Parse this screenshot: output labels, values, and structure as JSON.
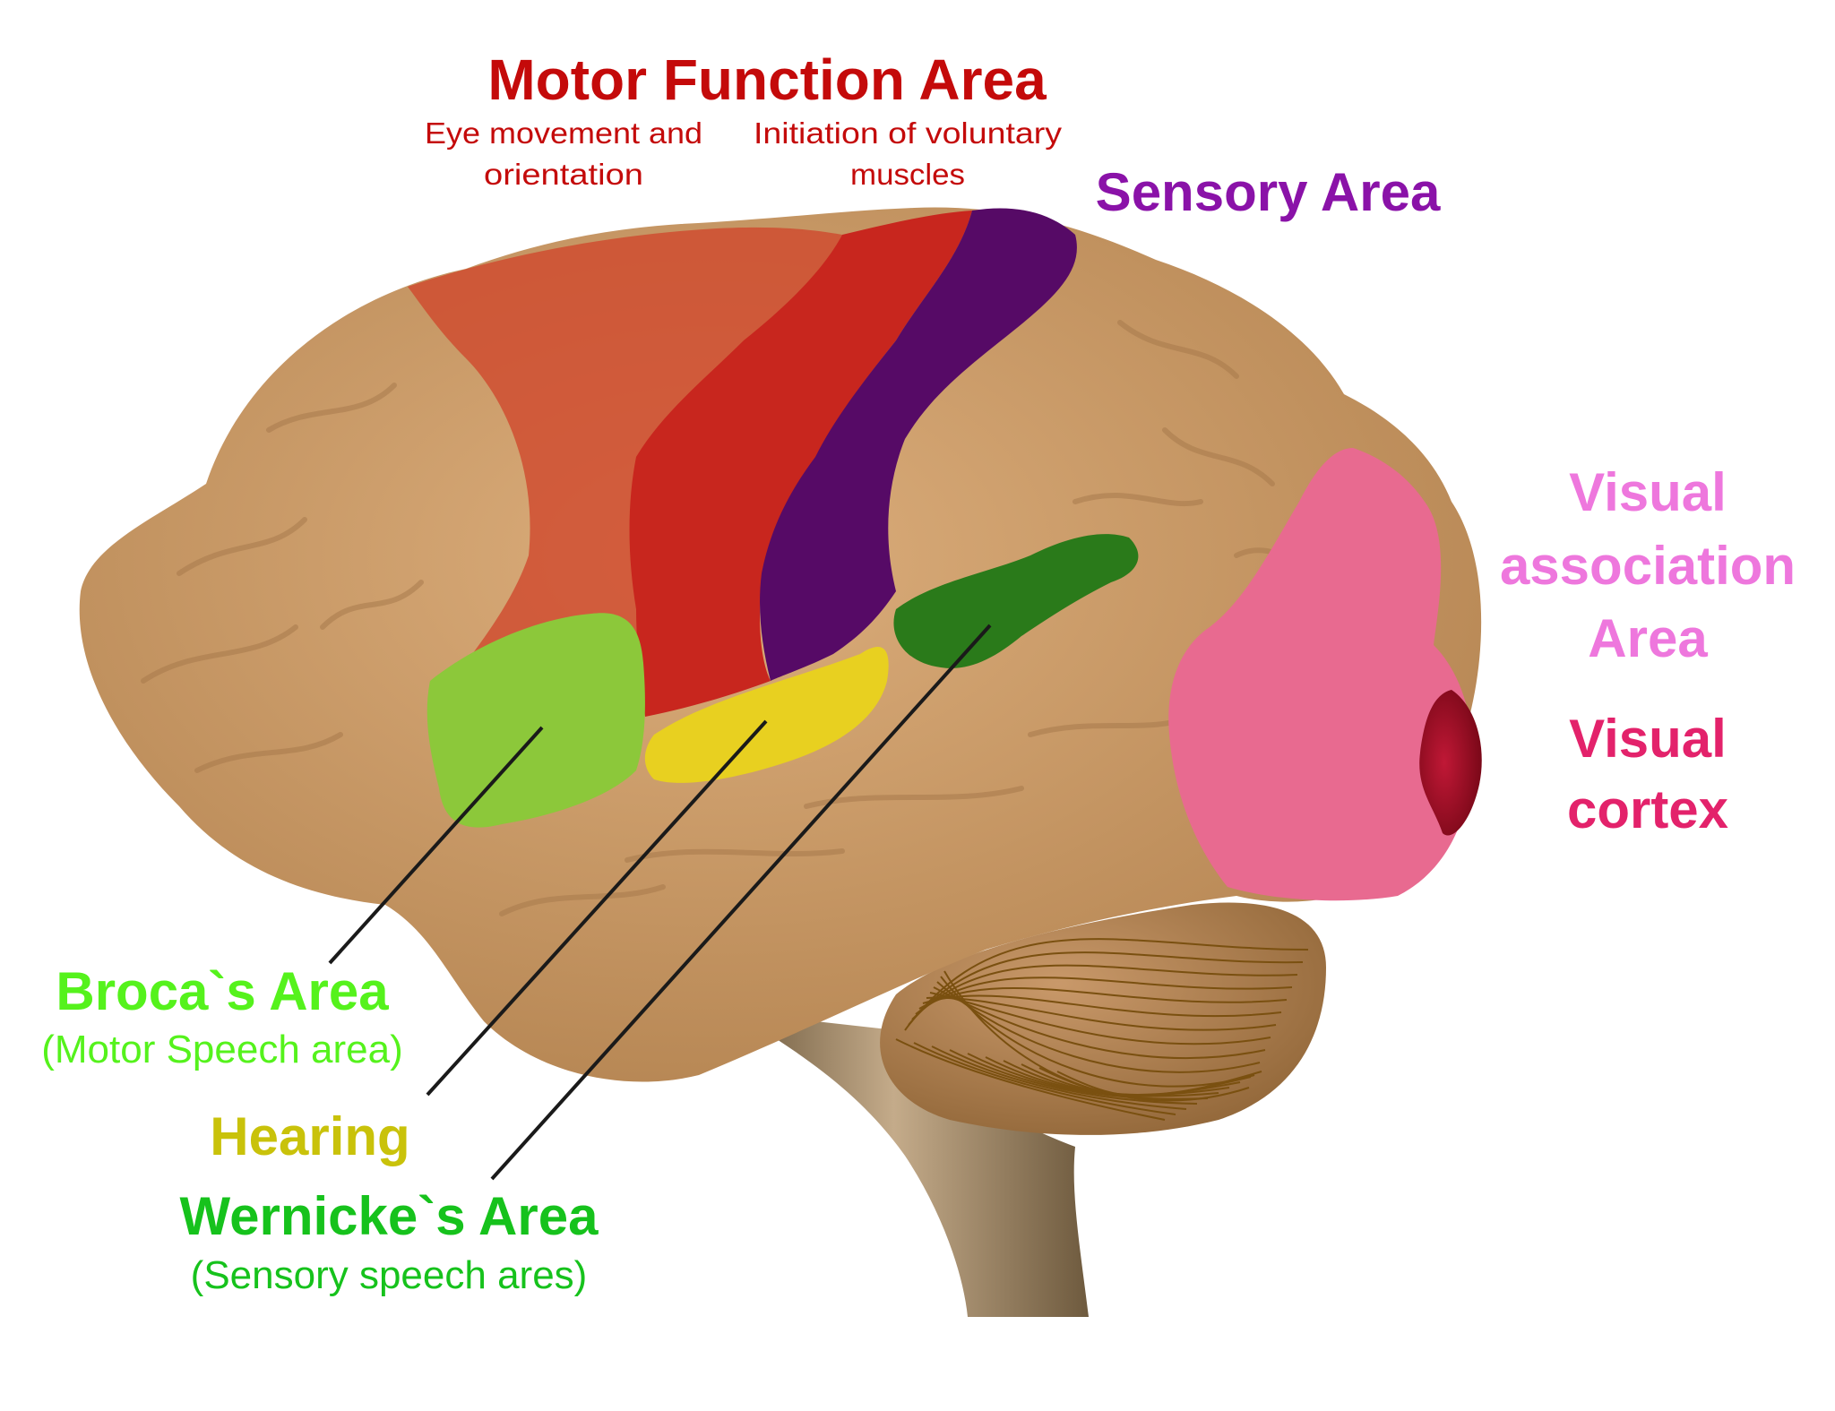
{
  "title": "Brain functional areas",
  "labels": {
    "motor": {
      "title": "Motor Function Area",
      "left_line1": "Eye movement and",
      "left_line2": "orientation",
      "right_line1": "Initiation of voluntary",
      "right_line2": "muscles",
      "color": "#c40a0a"
    },
    "sensory": {
      "title": "Sensory Area",
      "color": "#8a12a8"
    },
    "visual_assoc": {
      "line1": "Visual",
      "line2": "association",
      "line3": "Area",
      "color": "#ee77dd"
    },
    "visual_cortex": {
      "line1": "Visual",
      "line2": "cortex",
      "color": "#e3226b"
    },
    "broca": {
      "title": "Broca`s Area",
      "subtitle": "(Motor Speech area)",
      "color": "#55f21c"
    },
    "hearing": {
      "title": "Hearing",
      "color": "#c9c20a"
    },
    "wernicke": {
      "title": "Wernicke`s Area",
      "subtitle": "(Sensory speech ares)",
      "color": "#16c21c"
    }
  },
  "region_colors": {
    "cortex": "#c99a6a",
    "cortex_light": "#dcae7c",
    "cortex_dark": "#a87a4c",
    "prefrontal_motor": "#c8523a",
    "primary_motor": "#c8261e",
    "sensory": "#560a66",
    "broca": "#8cc83a",
    "hearing": "#e8d020",
    "wernicke": "#2a7a1a",
    "visual_assoc": "#e86a90",
    "visual_cortex": "#a8102a",
    "cerebellum": "#a87c4c",
    "cerebellum_lines": "#7a5010",
    "brainstem": "#b8a080",
    "pointer_line": "#1a1a1a"
  }
}
